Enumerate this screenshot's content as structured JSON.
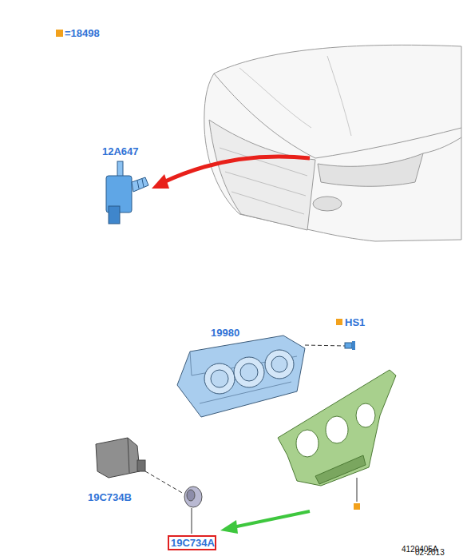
{
  "diagram": {
    "nodes": [
      {
        "text": [
          "19C734A"
        ]
      }
    ],
    "labels": [
      "12A647",
      "19980",
      "HS1",
      "19C734B",
      "4120405A",
      "02-2013"
    ],
    "legend": [
      {
        "text": "=18498",
        "color": "#f2a11c"
      }
    ]
  }
}
